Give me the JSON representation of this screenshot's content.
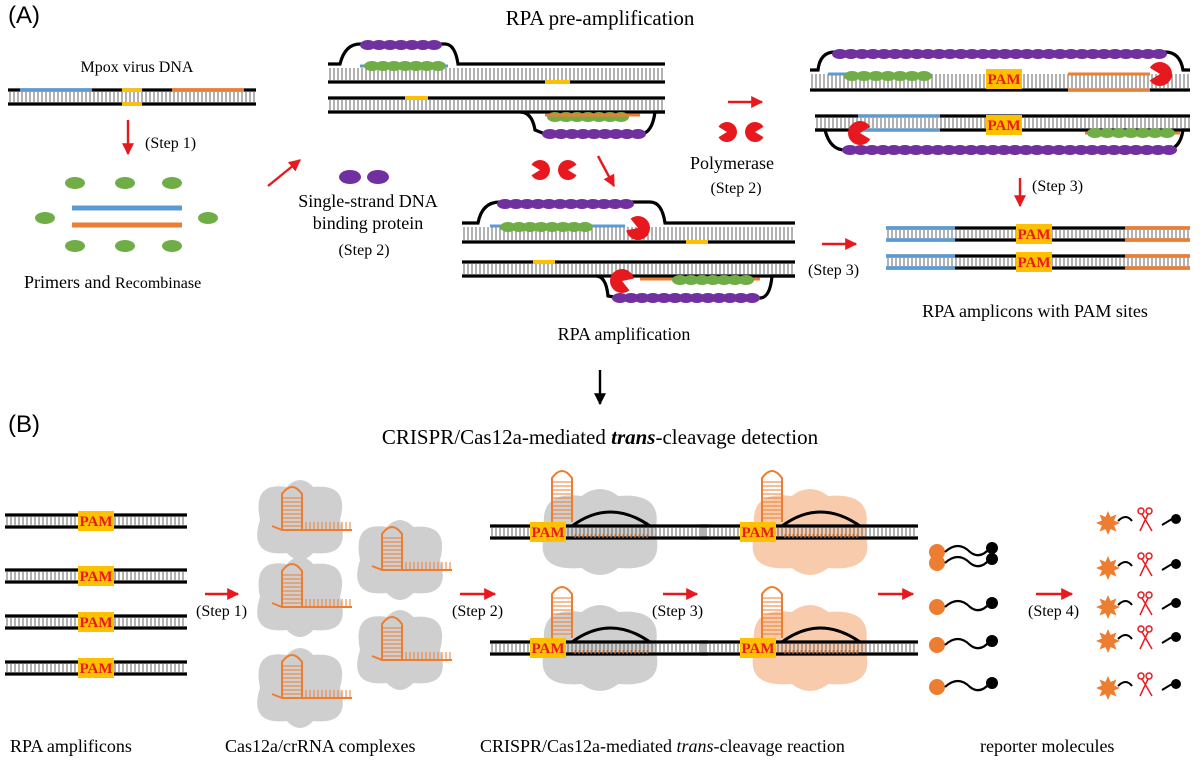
{
  "panel_a": {
    "label": "(A)",
    "title": "RPA pre-amplification",
    "virus_dna": "Mpox virus DNA",
    "step1": "(Step 1)",
    "primers_a": "Primers and",
    "primers_b": "Recombinase",
    "ssb_line1": "Single-strand DNA",
    "ssb_line2": "binding protein",
    "ssb_step": "(Step 2)",
    "polymerase": "Polymerase",
    "polymerase_step": "(Step 2)",
    "rpa_amplification": "RPA amplification",
    "step3_left": "(Step 3)",
    "step3_right": "(Step 3)",
    "amplicons_caption": "RPA amplicons with PAM sites",
    "pam": "PAM"
  },
  "panel_b": {
    "label": "(B)",
    "title_pre": "CRISPR/Cas12a-mediated ",
    "title_italic": "trans",
    "title_post": "-cleavage detection",
    "step1": "(Step 1)",
    "step2": "(Step 2)",
    "step3": "(Step 3)",
    "step4": "(Step 4)",
    "cap_amplicons": "RPA amplificons",
    "cap_complexes": "Cas12a/crRNA complexes",
    "cap_reaction_pre": "CRISPR/Cas12a-mediated ",
    "cap_reaction_italic": "trans",
    "cap_reaction_post": "-cleavage reaction",
    "cap_reporter": "reporter molecules"
  },
  "colors": {
    "arrow": "#e8191e",
    "primer_blue": "#5b9bd5",
    "primer_orange": "#ed7d31",
    "pam_yellow": "#ffc000",
    "pam_text": "#e8191e",
    "ssb_purple": "#7030a0",
    "recombinase_green": "#70ad47",
    "cloud_gray": "#cfcfcf",
    "cloud_peach": "#f8cbad",
    "crrna_orange": "#ed7d31",
    "polymerase_red": "#e8191e"
  }
}
